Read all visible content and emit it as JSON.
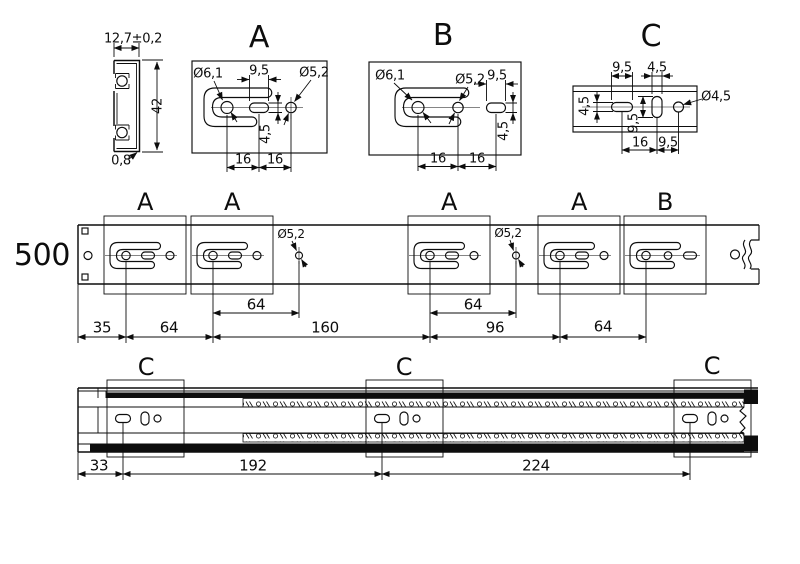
{
  "drawing": {
    "cross_section": {
      "width_dim": "12,7±0,2",
      "height_dim": "42",
      "thickness_dim": "0,8"
    },
    "detail_a": {
      "label": "A",
      "hook_hole_dia": "Ø6,1",
      "slot_width": "9,5",
      "hole_dia": "Ø5,2",
      "slot_height": "4,5",
      "pitch_left": "16",
      "pitch_right": "16"
    },
    "detail_b": {
      "label": "B",
      "hook_hole_dia": "Ø6,1",
      "hole_dia": "Ø5,2",
      "slot_width": "9,5",
      "slot_height": "4,5",
      "pitch_left": "16",
      "pitch_right": "16"
    },
    "detail_c": {
      "label": "C",
      "slot_h_width": "9,5",
      "slot_v_width": "4,5",
      "slot_h_height": "4,5",
      "slot_v_height": "9,5",
      "hole_dia": "Ø4,5",
      "pitch_left": "16",
      "pitch_right": "9,5"
    },
    "side_view": {
      "length_label": "500",
      "zones": [
        "A",
        "A",
        "A",
        "A",
        "B"
      ],
      "hole_callouts": [
        "Ø5,2",
        "Ø5,2"
      ],
      "upper_dims": [
        "64",
        "64"
      ],
      "lower_dims": [
        "35",
        "64",
        "160",
        "96",
        "64"
      ]
    },
    "assembled_view": {
      "zones": [
        "C",
        "C",
        "C"
      ],
      "dims": [
        "33",
        "192",
        "224"
      ]
    }
  }
}
